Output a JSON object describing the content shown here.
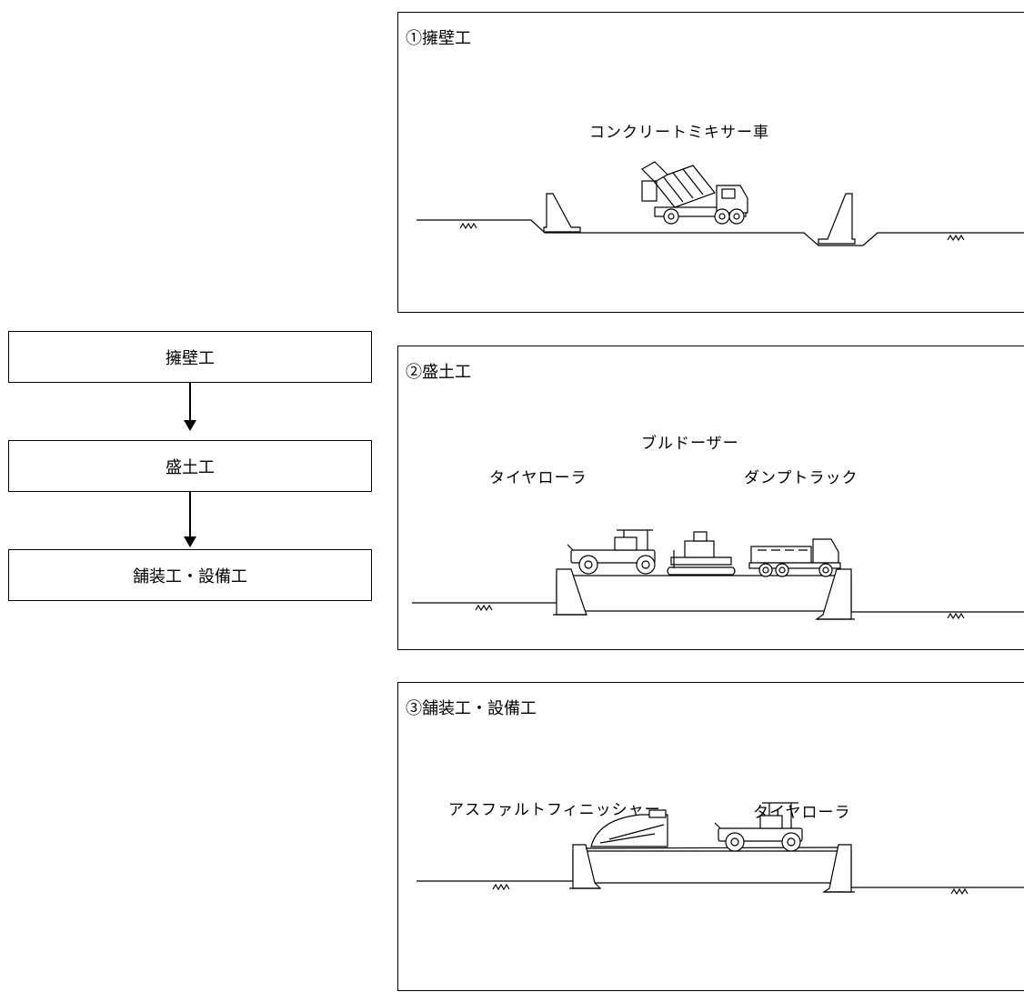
{
  "flow": {
    "steps": [
      "擁壁工",
      "盛土工",
      "舗装工・設備工"
    ]
  },
  "panels": [
    {
      "title": "①擁壁工",
      "labels": {
        "mixer": "コンクリートミキサー車"
      }
    },
    {
      "title": "②盛土工",
      "labels": {
        "bulldozer": "ブルドーザー",
        "tire_roller": "タイヤローラ",
        "dump_truck": "ダンプトラック"
      }
    },
    {
      "title": "③舗装工・設備工",
      "labels": {
        "finisher": "アスファルトフィニッシャー",
        "tire_roller": "タイヤローラ"
      }
    }
  ]
}
